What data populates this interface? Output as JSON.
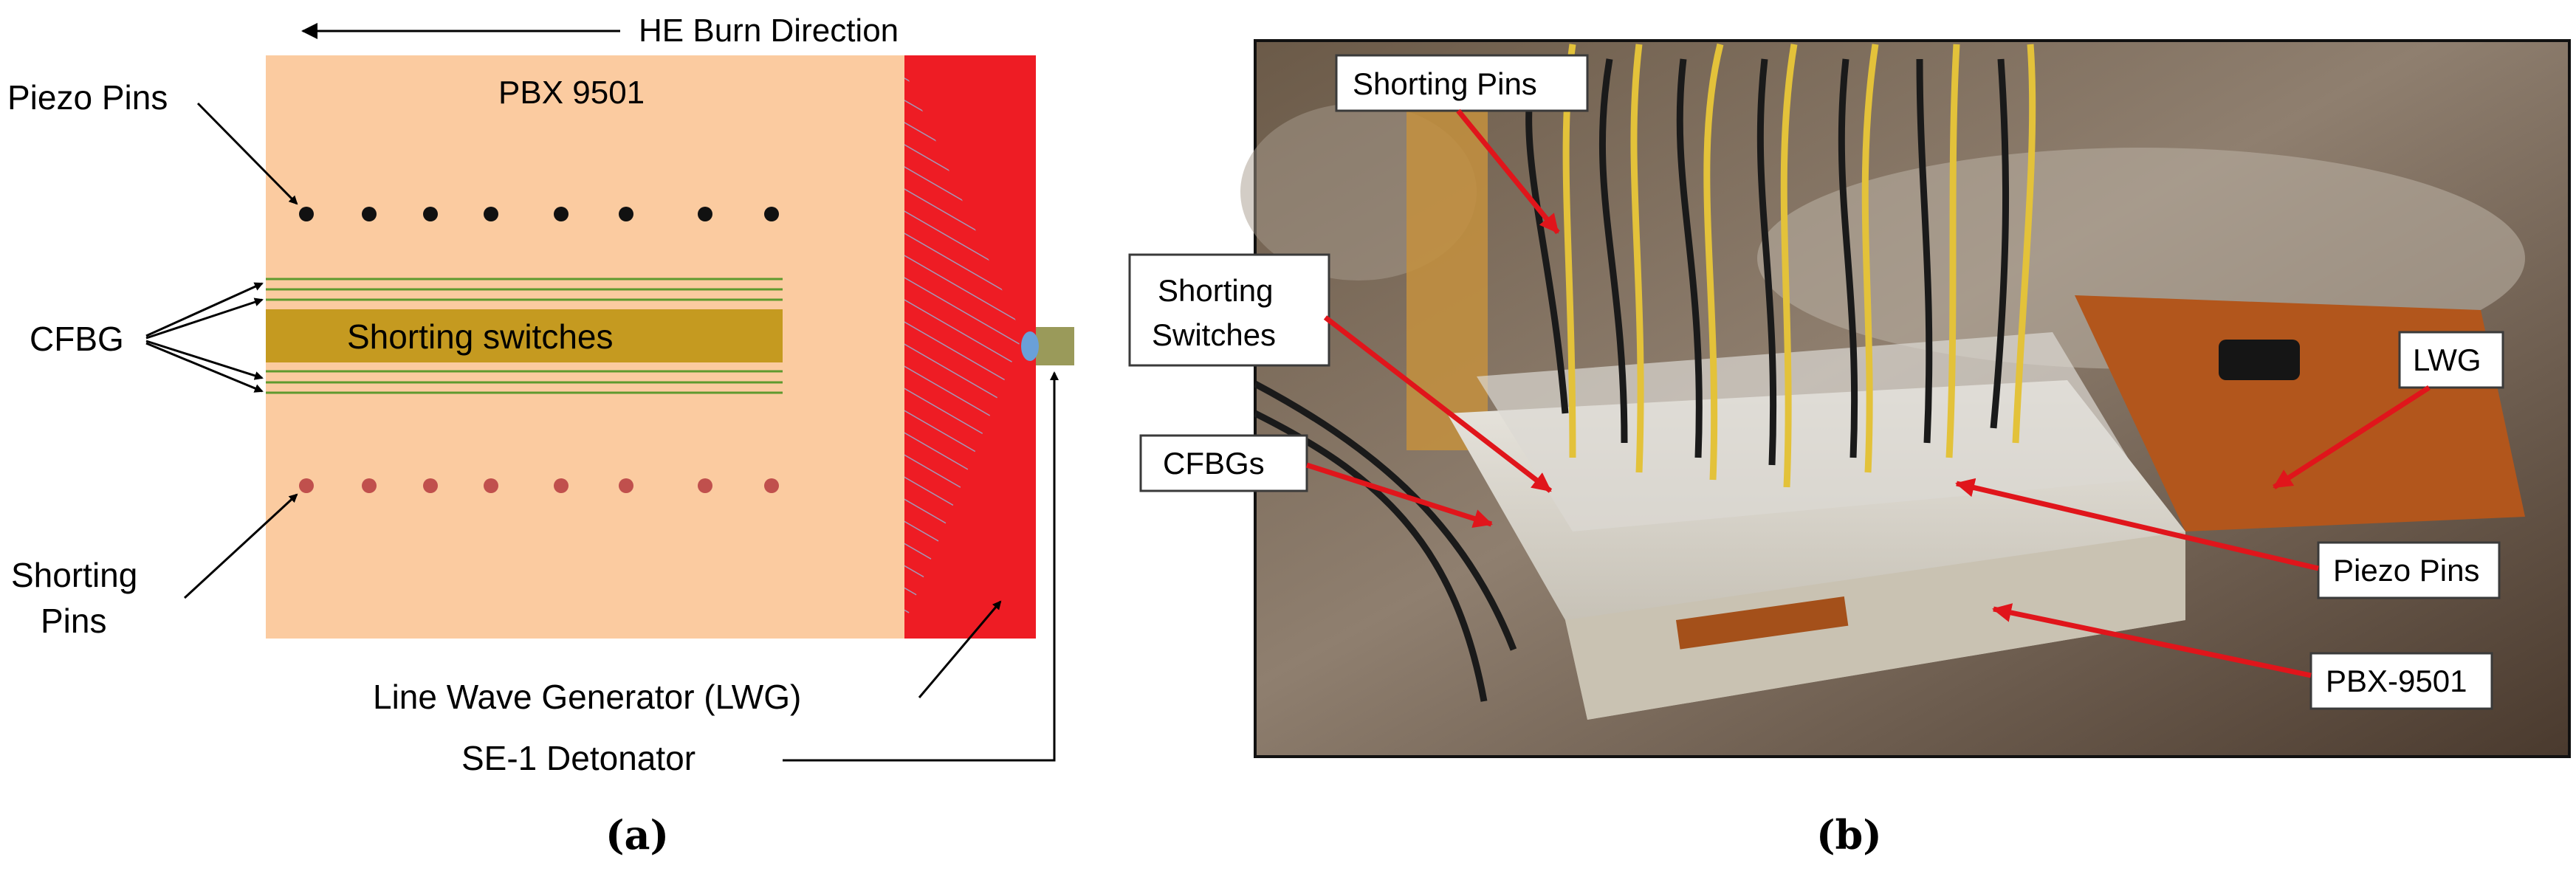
{
  "panel_a": {
    "caption": "(a)",
    "burn_direction": "HE Burn Direction",
    "material": "PBX 9501",
    "shorting_switches": "Shorting switches",
    "labels": {
      "piezo_pins": "Piezo Pins",
      "cfbg": "CFBG",
      "shorting_pins_line1": "Shorting",
      "shorting_pins_line2": "Pins",
      "lwg": "Line Wave Generator (LWG)",
      "detonator": "SE-1 Detonator"
    },
    "colors": {
      "explosive": "#fbcba0",
      "lwg": "#ee1c24",
      "switch_bar": "#c59a20",
      "fiber": "#5f9a2e",
      "piezo_dot": "#111111",
      "shorting_dot": "#c0504d",
      "detonator": "#9a9a5a",
      "detonator_tip": "#6aa0d8"
    },
    "piezo_pin_count": 8,
    "shorting_pin_count": 8
  },
  "panel_b": {
    "caption": "(b)",
    "labels": {
      "shorting_pins": "Shorting Pins",
      "shorting_switches_line1": "Shorting",
      "shorting_switches_line2": "Switches",
      "cfbgs": "CFBGs",
      "lwg": "LWG",
      "piezo_pins": "Piezo Pins",
      "pbx": "PBX-9501"
    },
    "colors": {
      "arrow": "#e0151b",
      "wire_yellow": "#e3c23a",
      "wire_black": "#1a1a1a",
      "copper_tape": "#b0581a",
      "background": "#5a4a3c"
    }
  }
}
